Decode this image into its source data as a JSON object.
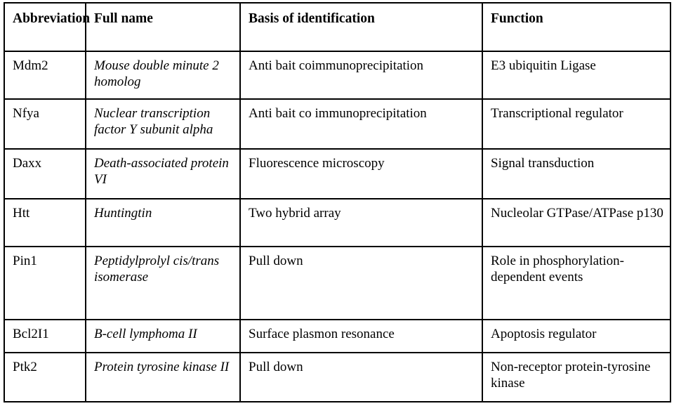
{
  "table": {
    "columns": [
      {
        "key": "abbreviation",
        "label": "Abbreviation"
      },
      {
        "key": "full_name",
        "label": "Full name"
      },
      {
        "key": "basis",
        "label": "Basis of identification"
      },
      {
        "key": "function",
        "label": "Function"
      }
    ],
    "rows": [
      {
        "abbreviation": "Mdm2",
        "full_name": "Mouse double minute 2 homolog",
        "basis": "Anti bait coimmunoprecipitation",
        "function": "E3 ubiquitin Ligase"
      },
      {
        "abbreviation": "Nfya",
        "full_name": "Nuclear transcription factor Y subunit alpha",
        "basis": "Anti bait co immunoprecipitation",
        "function": "Transcriptional regulator"
      },
      {
        "abbreviation": "Daxx",
        "full_name": "Death-associated protein VI",
        "basis": "Fluorescence microscopy",
        "function": "Signal transduction"
      },
      {
        "abbreviation": "Htt",
        "full_name": "Huntingtin",
        "basis": "Two hybrid array",
        "function": "Nucleolar GTPase/ATPase p130"
      },
      {
        "abbreviation": "Pin1",
        "full_name": "Peptidylprolyl cis/trans isomerase",
        "basis": "Pull down",
        "function": "Role in phosphorylation-dependent events"
      },
      {
        "abbreviation": "Bcl2I1",
        "full_name": "B-cell lymphoma II",
        "basis": "Surface plasmon resonance",
        "function": "Apoptosis regulator"
      },
      {
        "abbreviation": "Ptk2",
        "full_name": "Protein tyrosine kinase II",
        "basis": "Pull down",
        "function": "Non-receptor protein-tyrosine kinase"
      }
    ]
  },
  "style": {
    "border_color": "#000000",
    "text_color": "#000000",
    "background": "#ffffff"
  }
}
